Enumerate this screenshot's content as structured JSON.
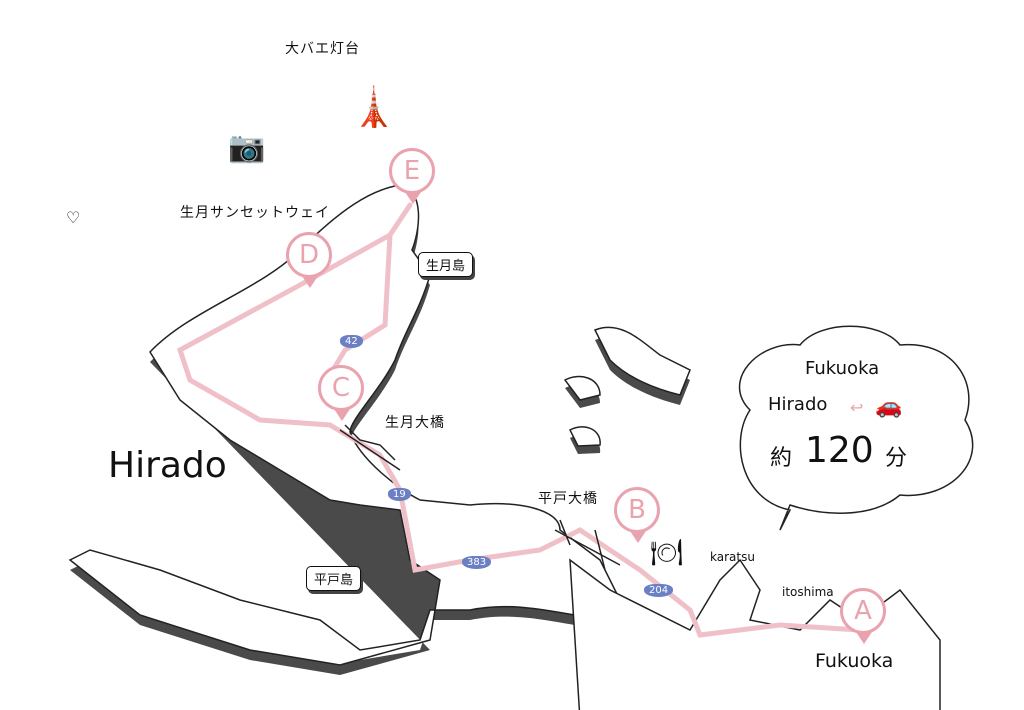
{
  "colors": {
    "route": "#f0c0c8",
    "pin": "#e9a3ae",
    "road": "#6b7fc4",
    "shadow": "#4a4a4a"
  },
  "title": "Hirado",
  "spots": {
    "lighthouse": "大バエ灯台",
    "sunset_way": "生月サンセットウェイ",
    "ikitsuki_bridge": "生月大橋",
    "hirado_bridge": "平戸大橋"
  },
  "islands": {
    "ikitsuki": "生月島",
    "hirado": "平戸島"
  },
  "markers": [
    "A",
    "B",
    "C",
    "D",
    "E"
  ],
  "roads": [
    "42",
    "19",
    "383",
    "204"
  ],
  "towns": {
    "karatsu": "karatsu",
    "itoshima": "itoshima",
    "fukuoka": "Fukuoka"
  },
  "bubble": {
    "from": "Fukuoka",
    "to": "Hirado",
    "prefix": "約",
    "minutes": "120",
    "unit": "分"
  }
}
